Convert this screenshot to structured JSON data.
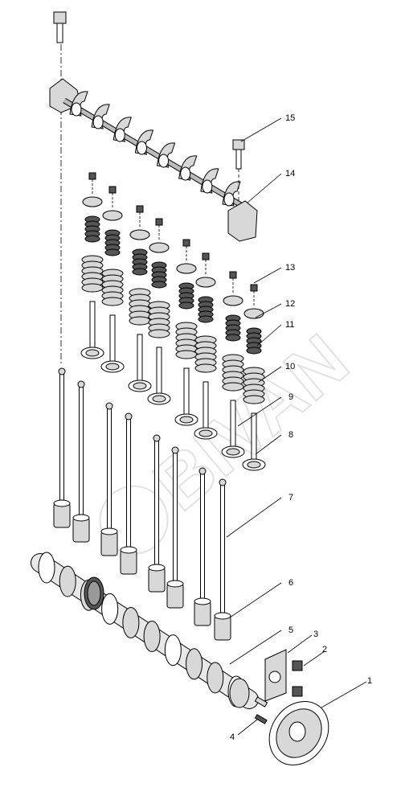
{
  "callouts": {
    "c1": "1",
    "c2": "2",
    "c3": "3",
    "c4": "4",
    "c5": "5",
    "c6": "6",
    "c7": "7",
    "c8": "8",
    "c9": "9",
    "c10": "10",
    "c11": "11",
    "c12": "12",
    "c13": "13",
    "c14": "14",
    "c15": "15"
  },
  "watermark": {
    "text": "BIVAN",
    "logo": "bivan-watermark-logo"
  },
  "colors": {
    "line": "#000000",
    "shade": "#d8d8d8",
    "dark": "#555555",
    "watermark": "#e2e2e2"
  }
}
